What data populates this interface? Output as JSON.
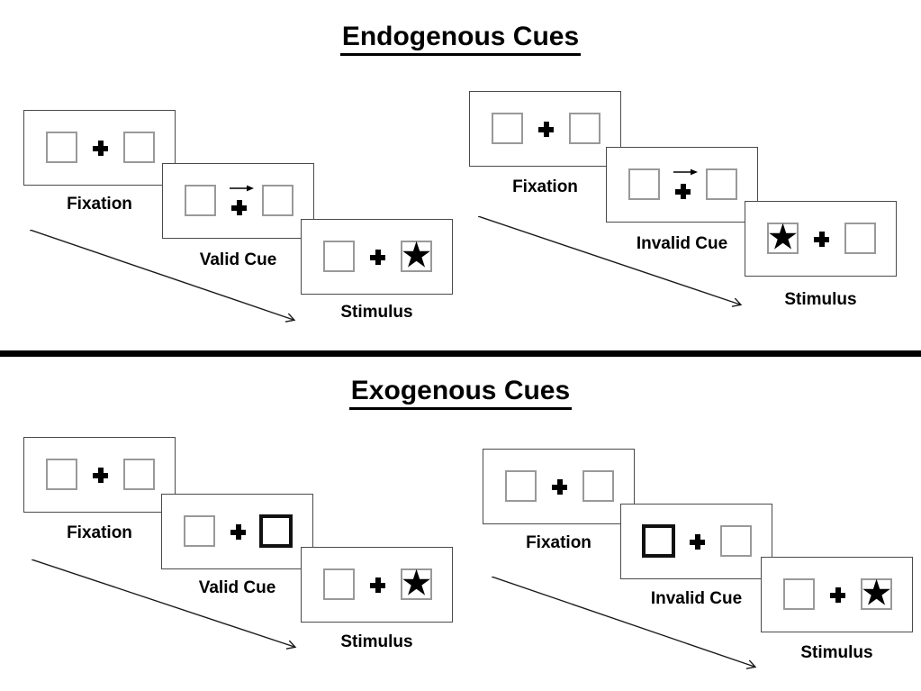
{
  "titles": {
    "endogenous": "Endogenous Cues",
    "exogenous": "Exogenous Cues"
  },
  "glyphs": {
    "star": "★"
  },
  "colors": {
    "ink": "#000000",
    "panel_border": "#4a4a4a",
    "placeholder_square_border": "#999999",
    "cue_square_border": "#111111",
    "background": "#ffffff"
  },
  "groups": [
    {
      "name": "endogenous-valid",
      "cue_style": "central-arrow",
      "panels": [
        {
          "label": "Fixation",
          "cue": "none",
          "star": "none"
        },
        {
          "label": "Valid Cue",
          "cue": "arrow-right",
          "star": "none"
        },
        {
          "label": "Stimulus",
          "cue": "none",
          "star": "right"
        }
      ]
    },
    {
      "name": "endogenous-invalid",
      "cue_style": "central-arrow",
      "panels": [
        {
          "label": "Fixation",
          "cue": "none",
          "star": "none"
        },
        {
          "label": "Invalid Cue",
          "cue": "arrow-right",
          "star": "none"
        },
        {
          "label": "Stimulus",
          "cue": "none",
          "star": "left"
        }
      ]
    },
    {
      "name": "exogenous-valid",
      "cue_style": "peripheral-box",
      "panels": [
        {
          "label": "Fixation",
          "cue": "none",
          "star": "none"
        },
        {
          "label": "Valid Cue",
          "cue": "box-right",
          "star": "none"
        },
        {
          "label": "Stimulus",
          "cue": "none",
          "star": "right"
        }
      ]
    },
    {
      "name": "exogenous-invalid",
      "cue_style": "peripheral-box",
      "panels": [
        {
          "label": "Fixation",
          "cue": "none",
          "star": "none"
        },
        {
          "label": "Invalid Cue",
          "cue": "box-left",
          "star": "none"
        },
        {
          "label": "Stimulus",
          "cue": "none",
          "star": "right"
        }
      ]
    }
  ]
}
